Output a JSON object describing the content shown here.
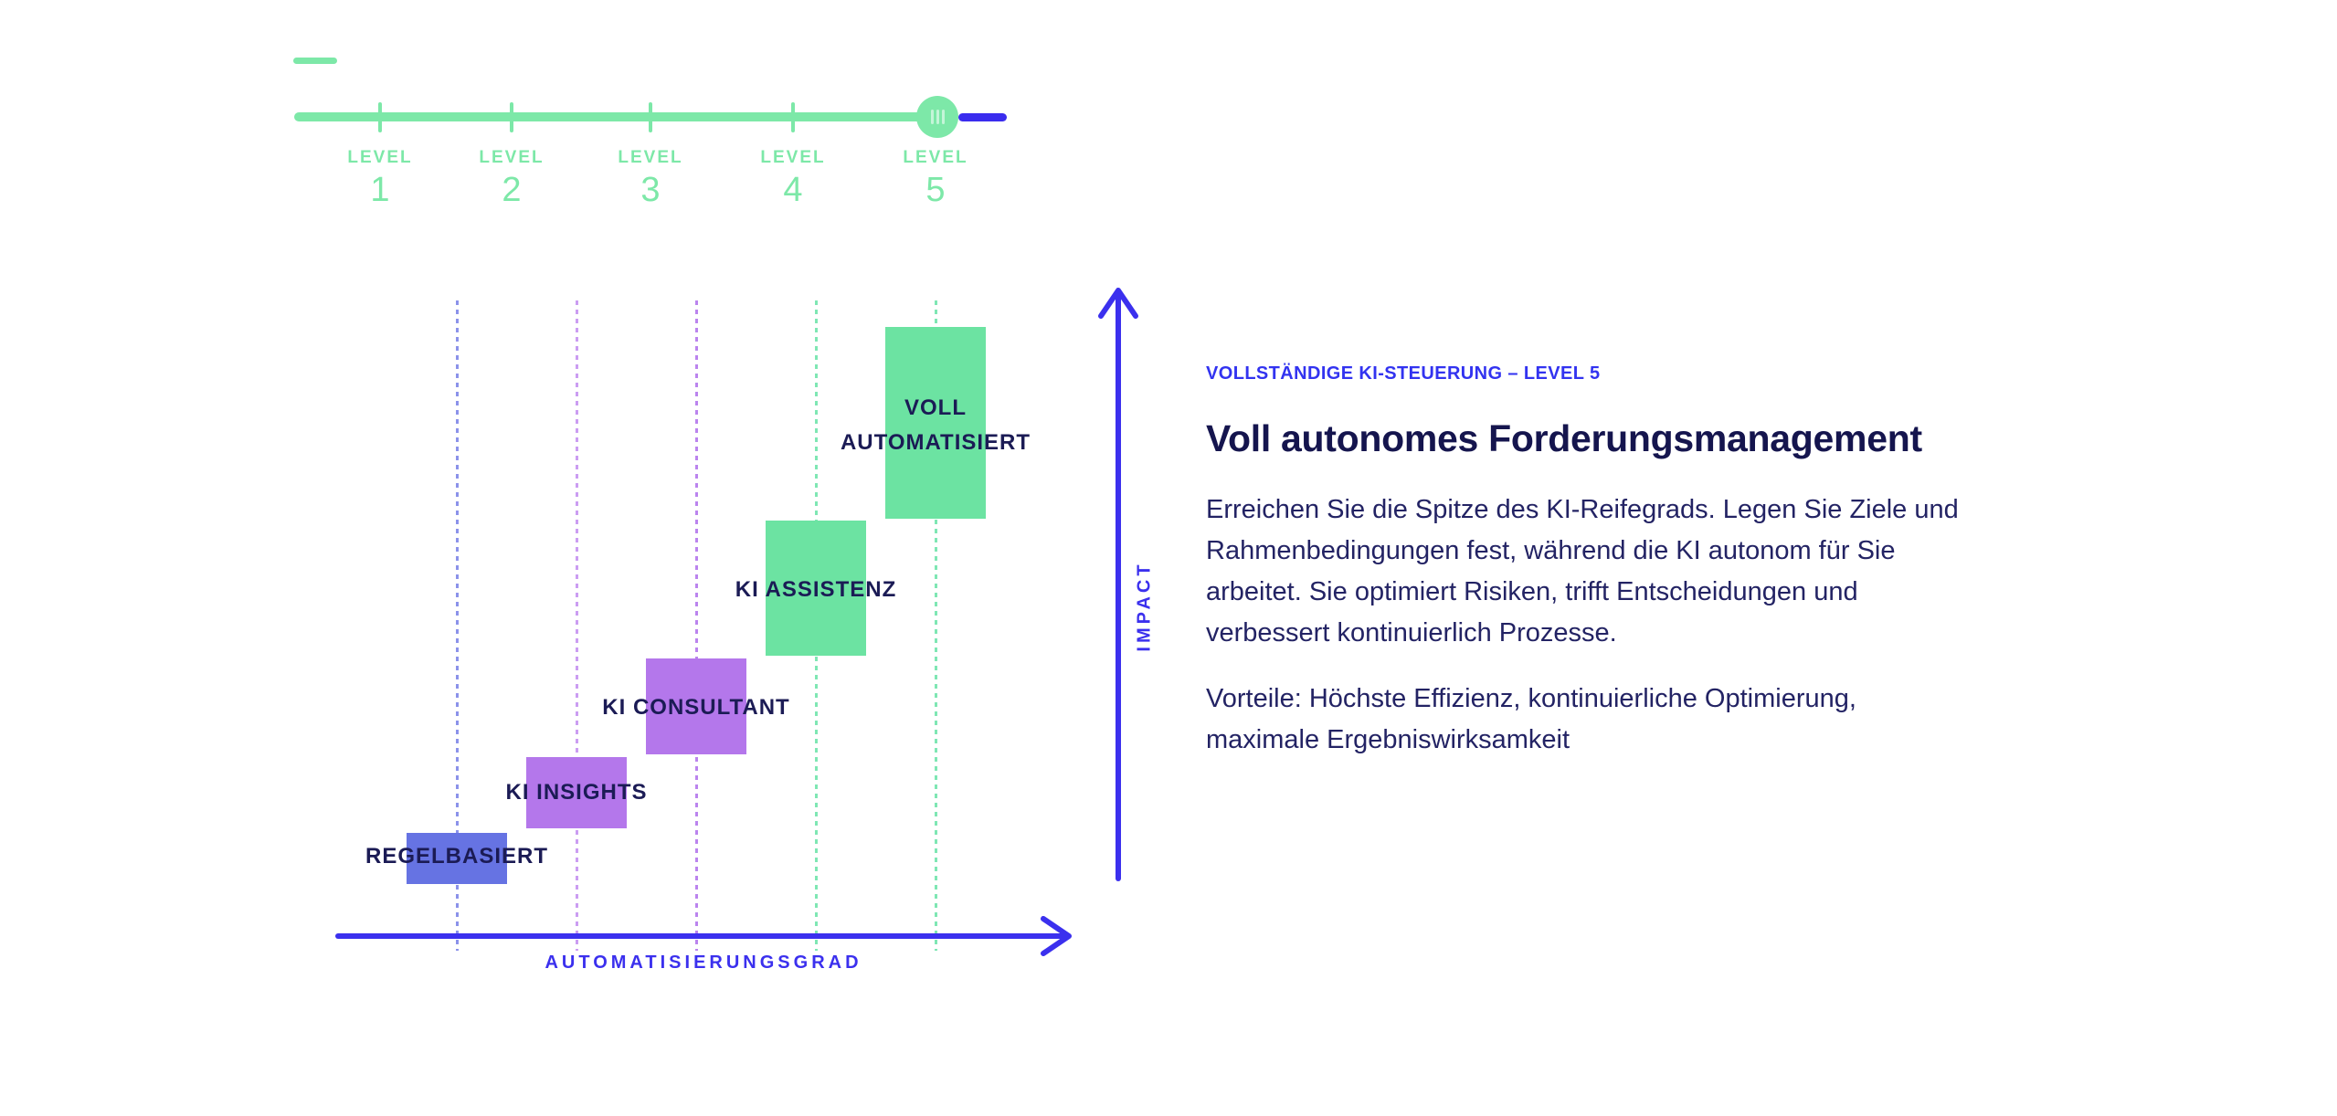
{
  "maturity_slider": {
    "selected_level": 5,
    "levels": [
      {
        "word": "LEVEL",
        "number": "1"
      },
      {
        "word": "LEVEL",
        "number": "2"
      },
      {
        "word": "LEVEL",
        "number": "3"
      },
      {
        "word": "LEVEL",
        "number": "4"
      },
      {
        "word": "LEVEL",
        "number": "5"
      }
    ]
  },
  "chart": {
    "type": "step-diagram",
    "x_axis_label": "AUTOMATISIERUNGSGRAD",
    "y_axis_label": "IMPACT",
    "steps": [
      {
        "level": 1,
        "label": "REGELBASIERT",
        "color": "#6673e3"
      },
      {
        "level": 2,
        "label": "KI INSIGHTS",
        "color": "#b477eb"
      },
      {
        "level": 3,
        "label": "KI CONSULTANT",
        "color": "#b477eb"
      },
      {
        "level": 4,
        "label": "KI ASSISTENZ",
        "color": "#6ce3a2"
      },
      {
        "level": 5,
        "label": "VOLL AUTOMATISIERT",
        "label_lines": "VOLL\nAUTOMATISIERT",
        "color": "#6ce3a2"
      }
    ]
  },
  "info_panel": {
    "eyebrow": "VOLLSTÄNDIGE KI-STEUERUNG – LEVEL 5",
    "heading": "Voll autonomes Forderungsmanagement",
    "paragraph_1": "Erreichen Sie die Spitze des KI-Reifegrads. Legen Sie Ziele und\nRahmenbedingungen fest, während die KI autonom für Sie\narbeitet. Sie optimiert Risiken, trifft Entscheidungen und\nverbessert kontinuierlich Prozesse.",
    "paragraph_2": "Vorteile: Höchste Effizienz, kontinuierliche Optimierung,\nmaximale Ergebniswirksamkeit"
  },
  "colors": {
    "mint_green": "#7de8a8",
    "box_green": "#6ce3a2",
    "box_purple": "#b477eb",
    "box_periwinkle": "#6673e3",
    "slider_remainder_blue": "#3a2cee",
    "axis_blue": "#3b30ee",
    "eyebrow_blue": "#3233f0",
    "label_navy": "#1b1b55",
    "heading_navy": "#15154e",
    "body_navy": "#232364",
    "background": "#ffffff"
  }
}
